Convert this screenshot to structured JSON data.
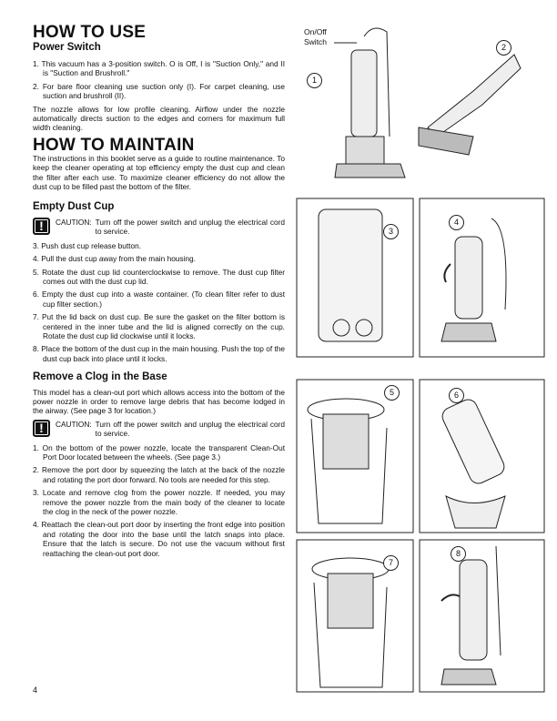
{
  "how_to_use": {
    "title": "HOW TO USE",
    "subtitle": "Power Switch",
    "items": [
      "1. This vacuum has a 3-position switch. O is Off, I is \"Suction Only,\" and II is \"Suction and Brushroll.\"",
      "2. For bare floor cleaning use suction only (I). For carpet cleaning, use suction and brushroll (II)."
    ],
    "note": "The nozzle allows for low profile cleaning. Airflow under the nozzle automatically directs suction to the edges and corners for maximum full width cleaning."
  },
  "how_to_maintain": {
    "title": "HOW TO MAINTAIN",
    "intro": "The instructions in this booklet serve as a guide to routine maintenance. To keep the cleaner operating at top efficiency empty the dust cup and clean the filter after each use. To maximize cleaner efficiency do not allow the dust cup to be filled past the bottom of the filter."
  },
  "empty_dust_cup": {
    "title": "Empty Dust Cup",
    "caution_label": "CAUTION:",
    "caution": "Turn off the power switch and unplug the electrical cord to service.",
    "items": [
      "3. Push dust cup release button.",
      "4. Pull the dust cup away from the main housing.",
      "5. Rotate the dust cup lid counterclockwise to remove. The dust cup filter comes out with the dust cup lid.",
      "6. Empty the dust cup into a waste container. (To clean filter refer to dust cup filter section.)",
      "7. Put the lid back on dust cup. Be sure the gasket on the filter bottom is centered in the inner tube and the lid is aligned correctly on the cup. Rotate the dust cup lid clockwise until it locks.",
      "8. Place the bottom of the dust cup in the main housing. Push the top of the dust cup back into place until it locks."
    ]
  },
  "remove_clog": {
    "title": "Remove a Clog in the Base",
    "intro": "This model has a clean-out port which allows access into the bottom of the power nozzle in order to remove large debris that has become lodged in the airway. (See page 3 for location.)",
    "caution_label": "CAUTION:",
    "caution": "Turn off the power switch and unplug the electrical cord to service.",
    "items": [
      "1. On the bottom of the power nozzle, locate the transparent Clean-Out Port Door located between the wheels. (See page 3.)",
      "2. Remove the port door by squeezing the latch at the back of the nozzle and rotating the port door forward. No tools are needed for this step.",
      "3. Locate and remove clog from the power nozzle. If needed, you may remove the power nozzle from the main body of the cleaner to locate the clog in the neck of the power nozzle.",
      "4. Reattach the clean-out port door by inserting the front edge into position and rotating the door into the base until the latch snaps into place. Ensure that the latch is secure. Do not use the vacuum without first reattaching the clean-out port door."
    ]
  },
  "figures": {
    "switch_label_1": "On/Off",
    "switch_label_2": "Switch",
    "labels": [
      "1",
      "2",
      "3",
      "4",
      "5",
      "6",
      "7",
      "8"
    ]
  },
  "page_number": "4"
}
